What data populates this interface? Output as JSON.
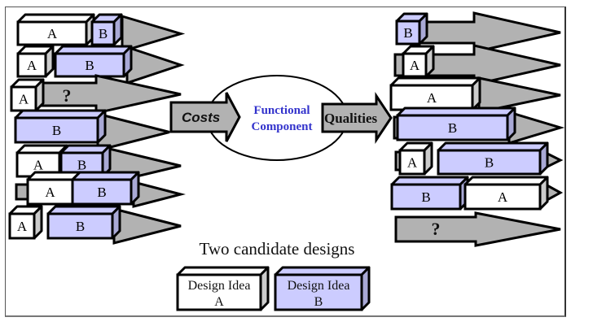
{
  "colors": {
    "design_a_fill": "#ffffff",
    "design_a_side": "#cccccc",
    "design_b_fill": "#ccccff",
    "design_b_side": "#a9a9d6",
    "arrow_fill": "#b2b2b2",
    "stroke": "#000000",
    "functional_text": "#3333cc"
  },
  "center": {
    "input_label": "Costs",
    "component_line1": "Functional",
    "component_line2": "Component",
    "output_label": "Qualities"
  },
  "unknown_marker": "?",
  "left_rows": [
    {
      "blocks": [
        "A",
        "B"
      ]
    },
    {
      "blocks": [
        "A",
        "B"
      ]
    },
    {
      "blocks": [
        "A"
      ],
      "unknown": true
    },
    {
      "blocks": [
        "B"
      ]
    },
    {
      "blocks": [
        "A",
        "B"
      ]
    },
    {
      "blocks": [
        "A",
        "B"
      ]
    },
    {
      "blocks": [
        "A",
        "B"
      ]
    }
  ],
  "right_rows": [
    {
      "blocks": [
        "B"
      ]
    },
    {
      "blocks": [
        "A"
      ]
    },
    {
      "blocks": [
        "A"
      ]
    },
    {
      "blocks": [
        "B"
      ]
    },
    {
      "blocks": [
        "A",
        "B"
      ]
    },
    {
      "blocks": [
        "B",
        "A"
      ]
    },
    {
      "blocks": [],
      "unknown": true
    }
  ],
  "legend": {
    "title": "Two candidate designs",
    "items": [
      {
        "line1": "Design Idea",
        "line2": "A",
        "design": "A"
      },
      {
        "line1": "Design Idea",
        "line2": "B",
        "design": "B"
      }
    ]
  }
}
